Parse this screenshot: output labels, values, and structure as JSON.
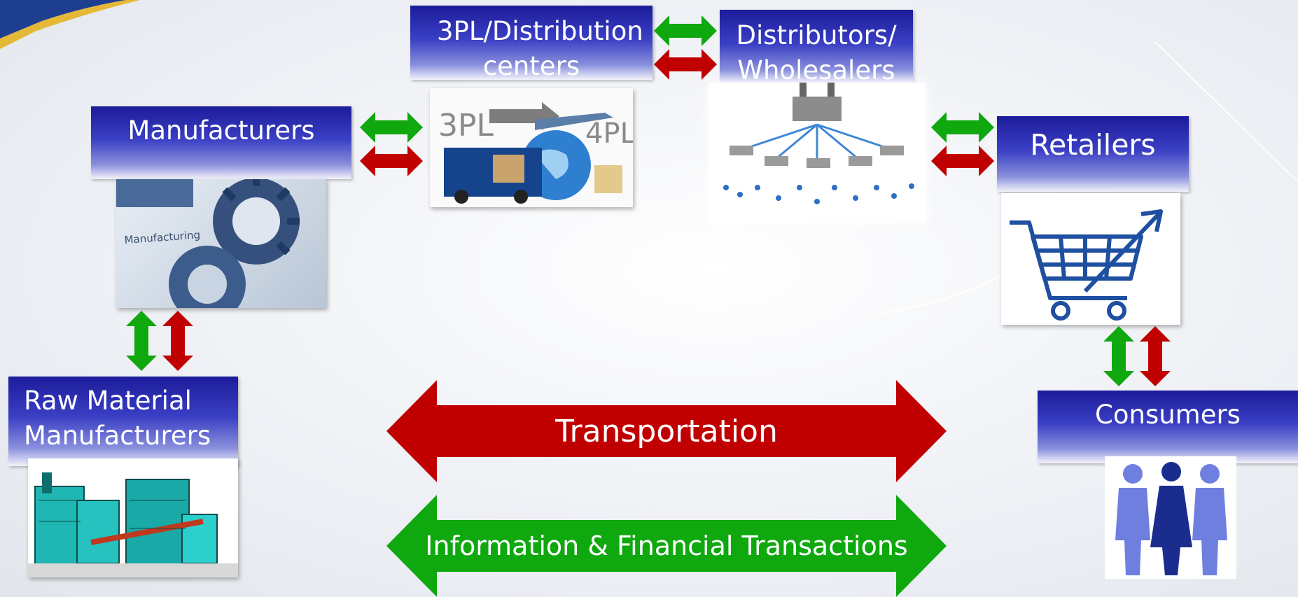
{
  "nodes": {
    "manufacturers": "Manufacturers",
    "distribution": "3PL/Distribution centers",
    "distributors": "Distributors/ Wholesalers",
    "retailers": "Retailers",
    "raw_material": "Raw Material Manufacturers",
    "consumers": "Consumers"
  },
  "flows": {
    "transportation": "Transportation",
    "information": "Information & Financial Transactions"
  },
  "image_text": {
    "gear_caption": "Manufacturing",
    "logistics_left": "3PL",
    "logistics_right": "4PL"
  },
  "colors": {
    "green": "#0fa80f",
    "red": "#c00000",
    "label_blue": "#2a2fb5"
  }
}
